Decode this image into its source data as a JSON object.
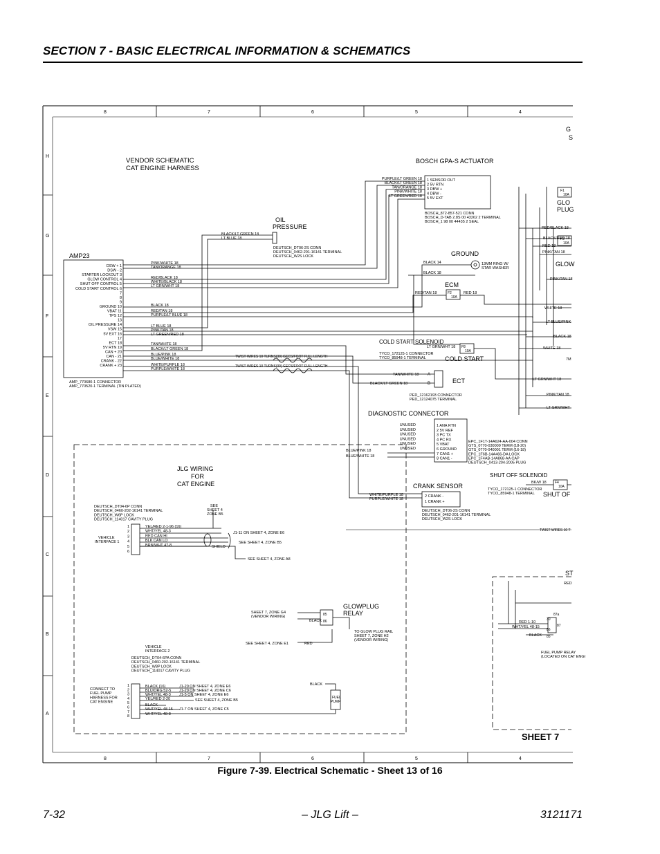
{
  "header": {
    "section_title": "SECTION 7 - BASIC ELECTRICAL INFORMATION & SCHEMATICS"
  },
  "figure": {
    "caption": "Figure 7-39.  Electrical Schematic - Sheet 13 of 16"
  },
  "footer": {
    "page": "7-32",
    "center": "– JLG Lift –",
    "doc_number": "3121171"
  },
  "schematic": {
    "sheet_label": "SHEET 7",
    "grid_cols": [
      "8",
      "7",
      "6",
      "5",
      "4"
    ],
    "grid_rows": [
      "H",
      "G",
      "F",
      "E",
      "D",
      "C",
      "B",
      "A"
    ],
    "vendor_title": [
      "VENDOR SCHEMATIC",
      "CAT ENGINE HARNESS"
    ],
    "amp23": {
      "title": "AMP23",
      "pins": [
        "DSW + 1",
        "DSW - 2",
        "STARTER LOCKOUT 3",
        "GLOW CONTROL 4",
        "SHUT OFF CONTROL 5",
        "COLD START CONTROL 6",
        "7",
        "8",
        "9",
        "GROUND 10",
        "VBAT 11",
        "TPS 12",
        "13",
        "OIL PRESSURE 14",
        "VSW 15",
        "5V EXT 16",
        "17",
        "ECT 18",
        "5V RTN 19",
        "CAN + 20",
        "CAN - 21",
        "CRANK - 22",
        "CRANK + 23"
      ],
      "connector": [
        "AMP_770680-1 CONNECTOR",
        "AMP_770520-1 TERMINAL (TIN PLATED)"
      ]
    },
    "wires": [
      "PINK/WHITE 18",
      "TAN/ORANGE 18",
      "RED/BLACK 18",
      "WHITE/BLACK 18",
      "LT GRN/WHT 18",
      "BLACK 18",
      "RED/TAN 18",
      "PURPLE/LT BLUE 18",
      "LT BLUE 18",
      "PINK/TAN 18",
      "LT GREEN/RED 18",
      "TAN/WHITE 18",
      "BLACK/LT GREEN 18",
      "BLUE/PINK 18",
      "BLUE/WHITE 18",
      "WHITE/PURPLE 18",
      "PURPLE/WHITE 18"
    ],
    "twist_wires": [
      "TWIST WIRES 10 TURNS(30) GECS/FOOT FULL LENGTH",
      "TWIST WIRES 10 TURNS(30) GECS/FOOT FULL LENGTH"
    ],
    "oil_pressure": {
      "title": [
        "OIL",
        "PRESSURE"
      ],
      "wires": [
        "BLACK/LT GREEN 18",
        "LT BLUE 18"
      ],
      "connector": [
        "DEUTSCH_DT06-2S CONN",
        "DEUTSCH_0462-201-16141 TERMINAL",
        "DEUTSCH_W2S LOCK"
      ]
    },
    "bosch": {
      "title": "BOSCH GPA-S ACTUATOR",
      "pins": [
        "1 SENSOR OUT",
        "2 5V RTN",
        "3 DBW +",
        "4 DBW -",
        "5 5V EXT"
      ],
      "wires": [
        "PURPLE/LT GREEN 18",
        "BLACK/LT GREEN 18",
        "TAN/ORANGE 18",
        "PINK/WHITE 18",
        "LT GREEN/RED 18"
      ],
      "connector": [
        "BOSCH_872-857-521 CONN",
        "BOSCH_D-TAB 2.8S 00 43262 2 TERMINAL",
        "BOSCH_1 98 00 44435 2 SEAL"
      ]
    },
    "ground": {
      "title": "GROUND",
      "wires": [
        "BLACK 14",
        "BLACK 18"
      ],
      "note": [
        "13MM RING W/",
        "STAR WASHER"
      ]
    },
    "ecm": {
      "title": "ECM",
      "wires": [
        "RED/TAN 18",
        "RED 18"
      ],
      "fuse": "10A",
      "fuse_id": "F2"
    },
    "cold_start": {
      "title": "COLD START SOLENOID",
      "subtitle": "COLD START",
      "wire": "LT GRN/WHT 18",
      "connector": [
        "TYCO_172125-1 CONNECTOR",
        "TYCO_85948-1 TERMINAL"
      ],
      "fuse": "10A",
      "fuse_id": "F8"
    },
    "ect": {
      "title": "ECT",
      "wires": [
        "TAN/WHITE 18",
        "BLACK/LT GREEN 18"
      ],
      "pins": [
        "A",
        "B"
      ],
      "connector": [
        "PED_12162193 CONNECTOR",
        "PED_12124075 TERMINAL"
      ]
    },
    "diagnostic": {
      "title": "DIAGNOSTIC CONNECTOR",
      "unused": [
        "UNUSED",
        "UNUSED",
        "UNUSED",
        "UNUSED",
        "UNUSED",
        "UNUSED"
      ],
      "pins": [
        "1 ANA RTN",
        "2 5V REF",
        "3 PC TX",
        "4 PC RX",
        "5 VBAT",
        "6 GROUND",
        "7 CAN1 +",
        "8 CAN1 -"
      ],
      "wires": [
        "BLUE/PINK 18",
        "BLUE/WHITE 18"
      ],
      "connector": [
        "EPC_1F1T-14A624-AA-004 CONN",
        "GTS_0770-030009 TERM (18-20)",
        "GTS_0770-040001 TERM (16-18)",
        "EPC_1F6B-14A466-DA LOCK",
        "EPC_1F4AB-14A868-AA CAP",
        "DEUTSCH_0413-204-2005 PLUG"
      ]
    },
    "crank": {
      "title": "CRANK SENSOR",
      "pins": [
        "2 CRANK -",
        "1 CRANK +"
      ],
      "wires": [
        "WHITE/PURPLE 18",
        "PURPLE/WHITE 18"
      ],
      "connector": [
        "DEUTSCH_DT06-2S CONN",
        "DEUTSCH_0462-201-16141 TERMINAL",
        "DEUTSCH_W2S LOCK"
      ]
    },
    "shutoff": {
      "title": "SHUT OFF SOLENOID",
      "wire": "BK/W 18",
      "connector": [
        "TYCO_172125-1 CONNECTOR",
        "TYCO_85948-1 TERMINAL"
      ],
      "fuse": "10A",
      "fuse_id": "F4"
    },
    "right_edge": [
      "G",
      "S",
      "GLO",
      "PLUG",
      "RED/BLACK 18",
      "BLACK/RED 18",
      "RED 18",
      "PINK/TAN 18",
      "GLOW",
      "PINK/TAN 18",
      "WHITE 18",
      "LT BLUE/PINK",
      "BLACK 18",
      "WHITE 18",
      "7M",
      "LT GRN/WHT 18",
      "PINK/TAN 18",
      "LT GRN/WHT",
      "SHUT OF",
      "TWIST WIRES 10 T",
      "ST",
      "RED",
      "F1",
      "10A",
      "F3",
      "10A"
    ],
    "jlg_wiring": {
      "title": [
        "JLG WIRING",
        "FOR",
        "CAT ENGINE"
      ]
    },
    "vi1": {
      "connector": [
        "DEUTSCH_DT04-6P CONN",
        "DEUTSCH_0460-202-16141 TERMINAL",
        "DEUTSCH_W6P LOCK",
        "DEUTSCH_114017 CAVITY PLUG"
      ],
      "label": [
        "VEHICLE",
        "INTERFACE 1"
      ],
      "see": [
        "SEE",
        "SHEET 4",
        "ZONE B5"
      ],
      "pins": [
        "1",
        "2",
        "3",
        "4",
        "5",
        "6"
      ],
      "wires": [
        "YEL/RED 2-1-96 (16)",
        "WHT/YEL 48-3",
        "RED CAN HI",
        "BLK CAN LO",
        "BRN/WHT 47-8"
      ],
      "refs": [
        "J1-11 ON SHEET 4, ZONE E6",
        "SEE SHEET 4, ZONE B5",
        "SEE SHEET 4, ZONE A8"
      ],
      "shield": "SHIELD"
    },
    "glowplug_relay": {
      "title": [
        "GLOWPLUG",
        "RELAY"
      ],
      "refs": [
        "SHEET 7, ZONE G4",
        "(VENDOR WIRING)",
        "SEE SHEET 4, ZONE E1",
        "TO GLOW PLUG RAIL",
        "SHEET 7, ZONE H2",
        "(VENDOR WIRING)"
      ],
      "wires": [
        "BLACK",
        "RED"
      ],
      "terminals": [
        "85",
        "86"
      ]
    },
    "vi2": {
      "label": [
        "VEHICLE",
        "INTERFACE 2"
      ],
      "connector": [
        "DEUTSCH_DT04-6PA CONN",
        "DEUTSCH_0460-202-16141 TERMINAL",
        "DEUTSCH_W8P LOCK",
        "DEUTSCH_114017 CAVITY PLUG"
      ],
      "connect": [
        "CONNECT TO",
        "FUEL PUMP",
        "HARNESS FOR",
        "CAT ENGINE"
      ],
      "pins": [
        "1",
        "2",
        "3",
        "4",
        "5",
        "6",
        "7",
        "8"
      ],
      "wires": [
        "BLACK (16)",
        "BLU/ORG 52-5",
        "WHT/YEL 48-3",
        "YEL/RED 2-20",
        "BLACK",
        "WHT/YEL 48-15",
        "WHT/YEL 48-8"
      ],
      "refs": [
        "J1-20 ON SHEET 4, ZONE E6",
        "J1-20 ON SHEET 4, ZONE C6",
        "J1-5 ON SHEET 4, ZONE E6",
        "SEE SHEET 4, ZONE B5",
        "J1-7 ON SHEET 4, ZONE C5"
      ],
      "pump": [
        "FUEL",
        "PUMP"
      ],
      "black_nc": "BLACK"
    },
    "fuel_relay": {
      "wires": [
        "RED 1-10",
        "WHT/YEL 48-15",
        "BLACK"
      ],
      "terminals": [
        "30",
        "87a",
        "87",
        "86",
        "85"
      ],
      "note": [
        "FUEL PUMP RELAY",
        "(LOCATED ON CAT ENGI"
      ]
    }
  }
}
